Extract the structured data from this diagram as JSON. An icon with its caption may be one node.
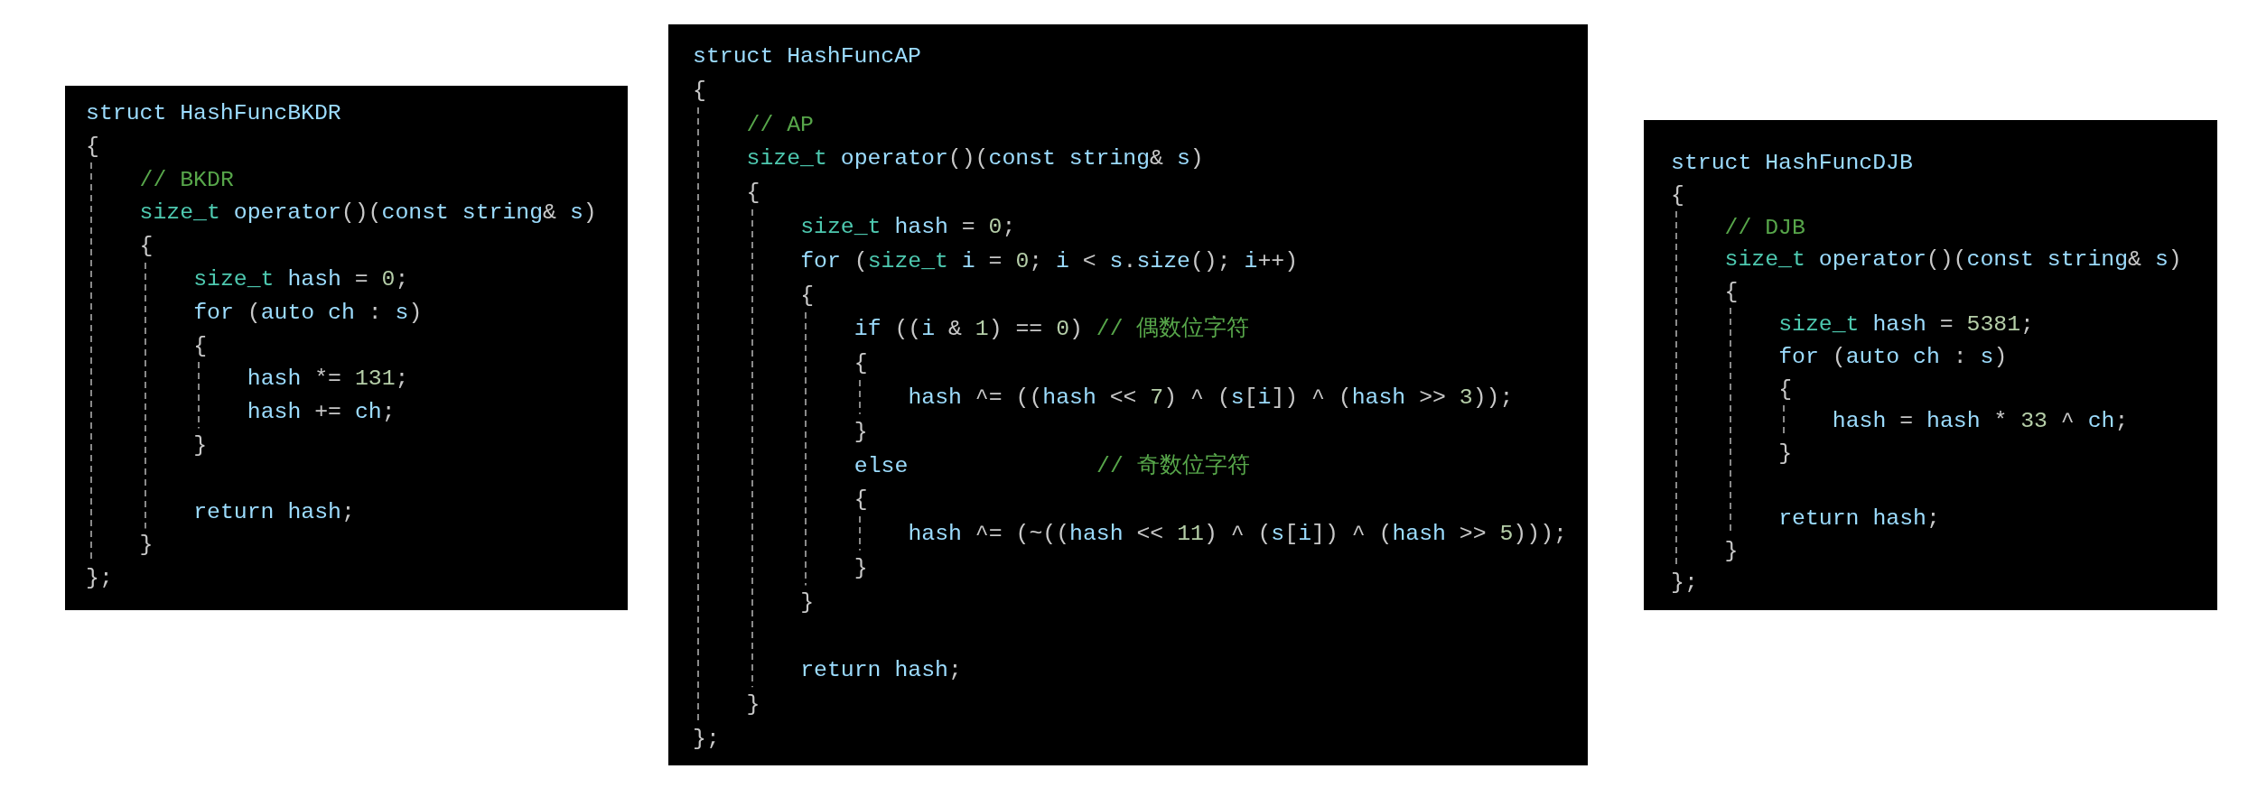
{
  "diagram": {
    "nodes": [
      {
        "text": [
          "struct HashFuncBKDR",
          "{",
          "// BKDR",
          "size_t operator()(const string& s)",
          "{",
          "size_t hash = 0;",
          "for (auto ch : s)",
          "{",
          "hash *= 131;",
          "hash += ch;",
          "}",
          "return hash;",
          "}",
          "};"
        ]
      },
      {
        "text": [
          "struct HashFuncAP",
          "{",
          "// AP",
          "size_t operator()(const string& s)",
          "{",
          "size_t hash = 0;",
          "for (size_t i = 0; i < s.size(); i++)",
          "{",
          "if ((i & 1) == 0) // 偶数位字符",
          "{",
          "hash ^= ((hash << 7) ^ (s[i]) ^ (hash >> 3));",
          "}",
          "else",
          "// 奇数位字符",
          "{",
          "hash ^= (~((hash << 11) ^ (s[i]) ^ (hash >> 5)));",
          "}",
          "}",
          "return hash;",
          "}",
          "};"
        ]
      },
      {
        "text": [
          "struct HashFuncDJB",
          "{",
          "// DJB",
          "size_t operator()(const string& s)",
          "{",
          "size_t hash = 5381;",
          "for (auto ch : s)",
          "{",
          "hash = hash * 33 ^ ch;",
          "}",
          "return hash;",
          "}",
          "};"
        ]
      }
    ]
  }
}
